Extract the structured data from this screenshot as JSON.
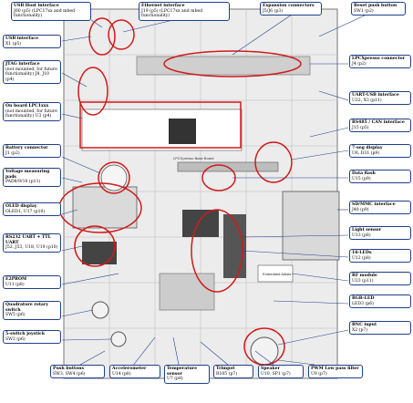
{
  "board": {
    "logo_text": "Embedded Artists",
    "silk_text": "LPCXpresso Base Board"
  },
  "labels": {
    "usb_host": {
      "title": "USB Host interface",
      "sub": "J60 (p5) (LPC17xx and mbed functionality)"
    },
    "ethernet": {
      "title": "Ethernet interface",
      "sub": "J19 (p5) (LPC17xx and mbed functionality)"
    },
    "expansion": {
      "title": "Expansion connectors",
      "sub": "J5/J6 (p3)"
    },
    "reset": {
      "title": "Reset push button",
      "sub": "SW1 (p2)"
    },
    "usb_if": {
      "title": "USB interface",
      "sub": "X1 (p5)"
    },
    "lpcxpresso": {
      "title": "LPCXpresso connector",
      "sub": "J4 (p2)"
    },
    "jtag": {
      "title": "JTAG interface",
      "sub": "(not mounted, for future functionality) J8, J10 (p4)"
    },
    "uart_usb": {
      "title": "UART-USB interface",
      "sub": "U22, X3 (p11)"
    },
    "onboard": {
      "title": "On board LPC1xxx",
      "sub": "(not mounted, for future functionality) U3 (p4)"
    },
    "rs485": {
      "title": "RS485 / CAN interface",
      "sub": "J15 (p5)"
    },
    "battery": {
      "title": "Battery connector",
      "sub": "J1 (p2)"
    },
    "seg7": {
      "title": "7-seg display",
      "sub": "U6, D31 (p9)"
    },
    "voltage": {
      "title": "Voltage measuring pads",
      "sub": "PAD8/9/10 (p11)"
    },
    "dataflash": {
      "title": "Data flash",
      "sub": "U15 (p9)"
    },
    "oled": {
      "title": "OLED display",
      "sub": "OLED1, U17 (p10)"
    },
    "sdmmc": {
      "title": "SD/MMC interface",
      "sub": "J40 (p9)"
    },
    "light": {
      "title": "Light sensor",
      "sub": "U13 (p8)"
    },
    "rs232": {
      "title": "RS232 UART + TTL UART",
      "sub": "J52, J53, U18, U19 (p10)"
    },
    "leds16": {
      "title": "16-LEDs",
      "sub": "U12 (p8)"
    },
    "e2prom": {
      "title": "E2PROM",
      "sub": "U11 (p8)"
    },
    "rf": {
      "title": "RF module",
      "sub": "U23 (p11)"
    },
    "rgb": {
      "title": "RGB-LED",
      "sub": "LED3 (p6)"
    },
    "quadrature": {
      "title": "Quadrature rotary switch",
      "sub": "SW5 (p6)"
    },
    "bnc": {
      "title": "BNC input",
      "sub": "X2 (p7)"
    },
    "joystick": {
      "title": "5-switch joystick",
      "sub": "SW2 (p6)"
    },
    "pushbuttons": {
      "title": "Push buttons",
      "sub": "SW3, SW4 (p6)"
    },
    "accel": {
      "title": "Accelerometer",
      "sub": "U14 (p8)"
    },
    "temp": {
      "title": "Temperature sensor",
      "sub": "U7 (p8)"
    },
    "trimpot": {
      "title": "Trimpot",
      "sub": "R105 (p7)"
    },
    "speaker": {
      "title": "Speaker",
      "sub": "U10, SP1 (p7)"
    },
    "pwm": {
      "title": "PWM Low pass filter",
      "sub": "U9 (p7)"
    }
  },
  "colors": {
    "outline": "#d11a1a",
    "callout_border": "#1f3f8a",
    "leader": "#1f3f8a",
    "board_bg": "#e9e9e9"
  }
}
